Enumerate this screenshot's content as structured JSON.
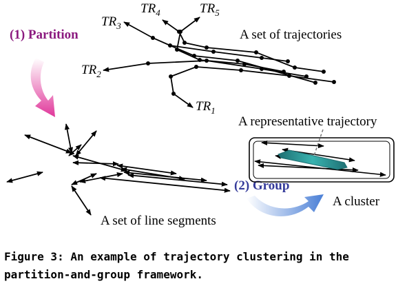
{
  "labels": {
    "trajectories": "A set of trajectories",
    "line_segments": "A set of line segments",
    "representative": "A representative trajectory",
    "cluster": "A cluster"
  },
  "steps": {
    "partition": "(1) Partition",
    "group": "(2) Group"
  },
  "trajectory_names": [
    {
      "base": "TR",
      "sub": "1"
    },
    {
      "base": "TR",
      "sub": "2"
    },
    {
      "base": "TR",
      "sub": "3"
    },
    {
      "base": "TR",
      "sub": "4"
    },
    {
      "base": "TR",
      "sub": "5"
    }
  ],
  "caption": {
    "line1": "Figure 3: An example of trajectory clustering in the",
    "line2": "partition-and-group framework."
  },
  "colors": {
    "partition": "#8b1a7f",
    "partition_arrow": "#e0379a",
    "group": "#343a9a",
    "group_arrow": "#4a7fd6",
    "representative": "#1e8a8a"
  }
}
